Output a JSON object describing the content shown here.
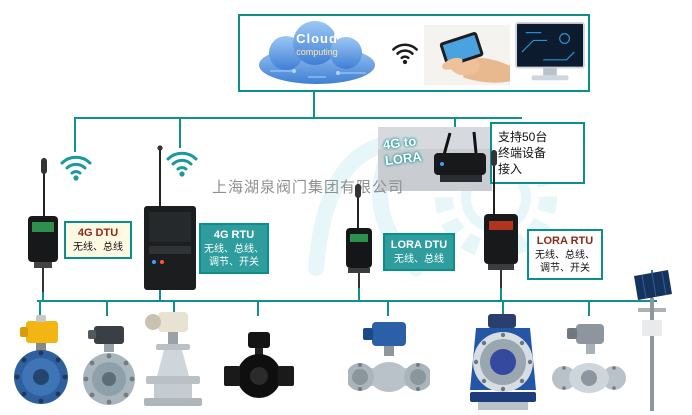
{
  "colors": {
    "line_teal": "#0f9190",
    "label_border_teal": "#0a8f8f",
    "label_fill_teal": "#2f9d9d",
    "title_dark_red": "#8b2a1a",
    "cloud_blue": "#3f7fd4",
    "actuator_yellow": "#f2b614",
    "actuator_blue": "#2b5fa8"
  },
  "icons": {
    "wifi_icon": "radiating-arcs",
    "cloud_icon": "cloud-shape",
    "antenna_icon": "rod-antenna"
  },
  "cloud_box": {
    "title": "Cloud",
    "subtitle": "computing"
  },
  "gateway": {
    "line1": "4G to",
    "line2": "LORA"
  },
  "callout": {
    "lines": [
      "支持50台",
      "终端设备",
      "接入"
    ]
  },
  "watermark": {
    "company": "上海湖泉阀门集团有限公司"
  },
  "device_labels": [
    {
      "title": "4G DTU",
      "desc": "无线、总线"
    },
    {
      "title": "4G RTU",
      "desc": "无线、总线、调节、开关"
    },
    {
      "title": "LORA DTU",
      "desc": "无线、总线"
    },
    {
      "title": "LORA RTU",
      "desc": "无线、总线、调节、开关"
    }
  ]
}
